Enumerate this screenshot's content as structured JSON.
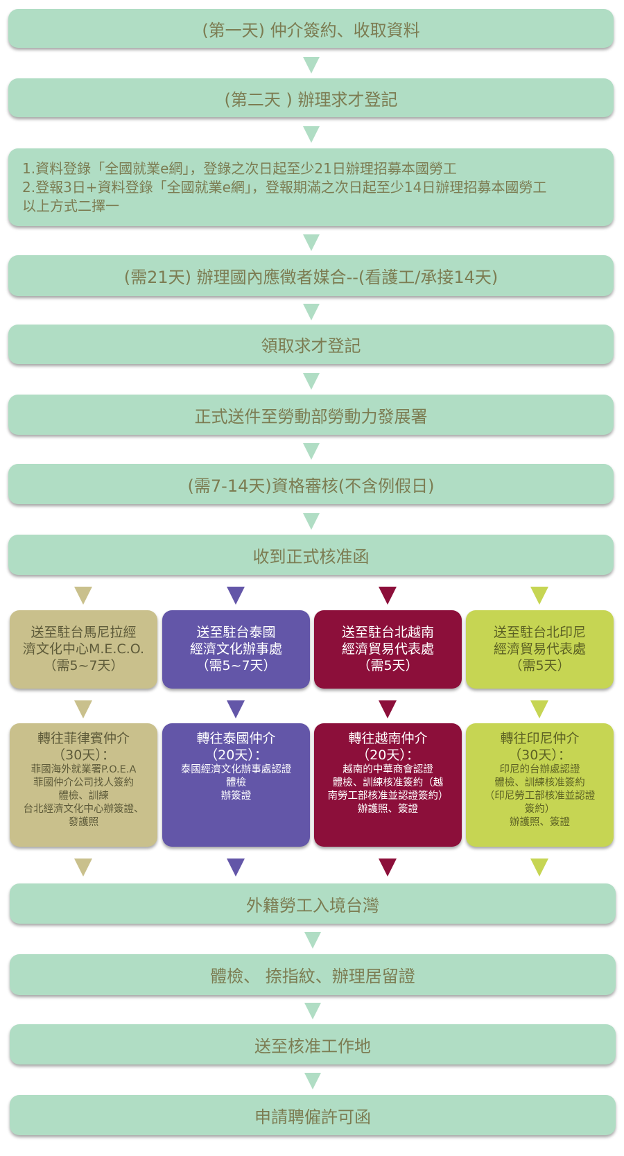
{
  "steps": [
    "(第一天) 仲介簽約、收取資料",
    "(第二天 ) 辦理求才登記",
    "1.資料登錄「全國就業e網」，登錄之次日起至少21日辦理招募本國勞工",
    "2.登報3日+資料登錄「全國就業e網」，登報期滿之次日起至少14日辦理招募本國勞工",
    "以上方式二擇一",
    "(需21天) 辦理國內應徵者媒合--(看護工/承接14天)",
    "領取求才登記",
    "正式送件至勞動部勞動力發展署",
    "(需7-14天)資格審核(不含例假日)",
    "收到正式核准函"
  ],
  "colors": {
    "green": "#b0ddc4",
    "philippines": "#c9c08c",
    "thailand": "#6356a8",
    "vietnam": "#8c0f3a",
    "indonesia": "#c6d553"
  },
  "columns": [
    {
      "office": [
        "送至駐台馬尼拉經",
        "濟文化中心M.E.C.O.",
        "（需5~7天）"
      ],
      "agency": [
        "轉往菲律賓仲介",
        "（30天）："
      ],
      "details": [
        "菲國海外就業署P.O.E.A",
        "菲國仲介公司找人簽約",
        "體檢、訓練",
        "台北經濟文化中心辦簽證、",
        "發護照"
      ]
    },
    {
      "office": [
        "送至駐台泰國",
        "經濟文化辦事處",
        "（需5~7天）"
      ],
      "agency": [
        "轉往泰國仲介",
        "（20天）："
      ],
      "details": [
        "泰國經濟文化辦事處認證",
        "體檢",
        "辦簽證"
      ]
    },
    {
      "office": [
        "送至駐台北越南",
        "經濟貿易代表處",
        "（需5天）"
      ],
      "agency": [
        "轉往越南仲介",
        "（20天）："
      ],
      "details": [
        "越南的中華商會認證",
        "體檢、訓練核准簽約（越",
        "南勞工部核准並認證簽約）",
        "辦護照、簽證"
      ]
    },
    {
      "office": [
        "送至駐台北印尼",
        "經濟貿易代表處",
        "（需5天）"
      ],
      "agency": [
        "轉往印尼仲介",
        "（30天）："
      ],
      "details": [
        "印尼的台辦處認證",
        "體檢、訓練核准簽約",
        "（印尼勞工部核准並認證",
        "簽約）",
        "辦護照、簽證"
      ]
    }
  ],
  "final_steps": [
    "外籍勞工入境台灣",
    "體檢、 捺指紋、辦理居留證",
    "送至核准工作地",
    "申請聘僱許可函"
  ]
}
